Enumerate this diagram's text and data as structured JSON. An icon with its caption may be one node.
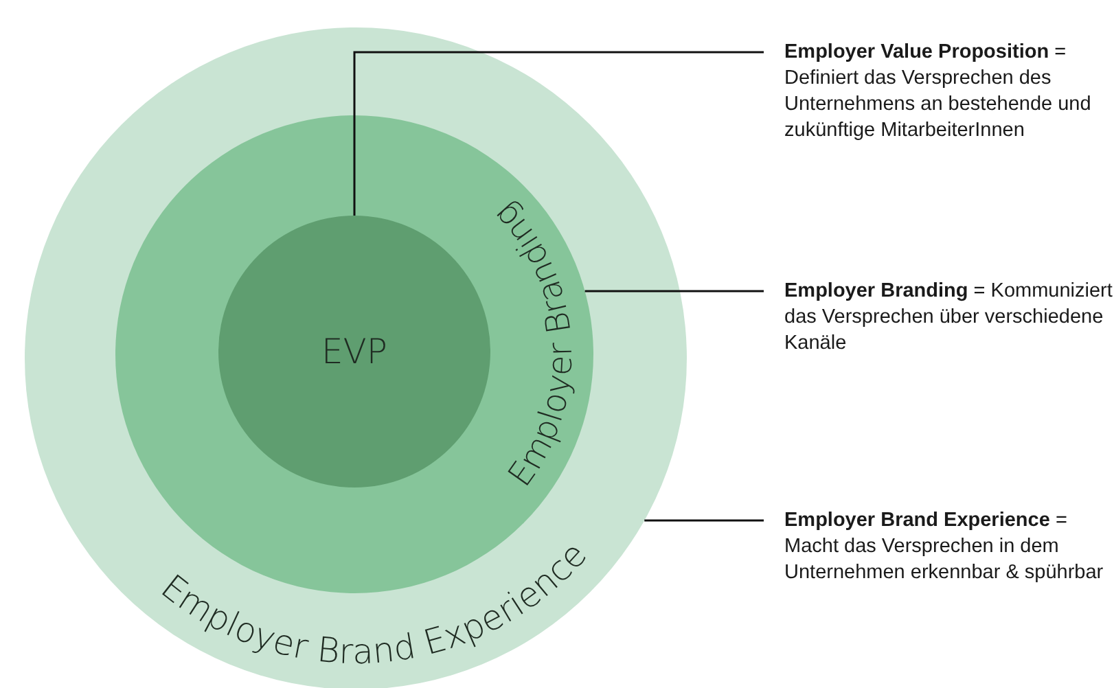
{
  "diagram": {
    "nodes": [
      {
        "text": [
          "Employer Brand Experience"
        ]
      },
      {
        "text": [
          "Employer Branding"
        ],
        "in": 0
      },
      {
        "text": [
          "EVP"
        ],
        "in": 1
      },
      {
        "text": [
          "**Employer Value Proposition** = Definiert das Versprechen des Unternehmens an bestehende und zukünftige MitarbeiterInnen"
        ]
      },
      {
        "text": [
          "**Employer Branding** = Kommuniziert das Versprechen über verschiedene Kanäle"
        ]
      },
      {
        "text": [
          "**Employer Brand Experience** = Macht das Versprechen in dem Unternehmen erkennbar & spührbar"
        ]
      }
    ],
    "edges": [
      {
        "from": 3,
        "to": 2,
        "arrow": "none"
      },
      {
        "from": 4,
        "to": 1,
        "arrow": "none"
      },
      {
        "from": 5,
        "to": 0,
        "arrow": "none"
      }
    ]
  }
}
